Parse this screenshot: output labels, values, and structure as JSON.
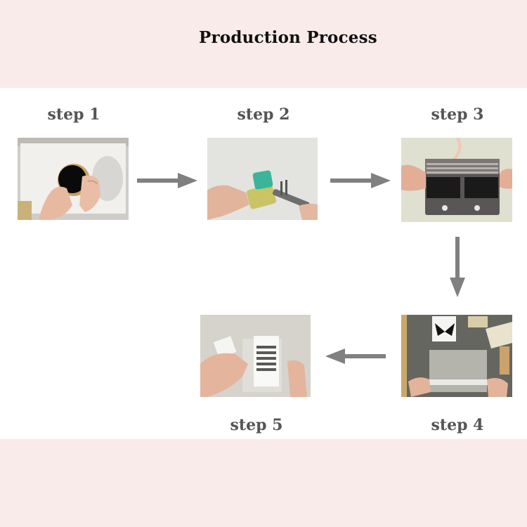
{
  "page": {
    "title": "Production Process"
  },
  "steps": [
    {
      "label": "step 1"
    },
    {
      "label": "step 2"
    },
    {
      "label": "step 3"
    },
    {
      "label": "step 4"
    },
    {
      "label": "step 5"
    }
  ],
  "colors": {
    "band": "#f9ebea",
    "arrow": "#808080",
    "label": "#555555"
  }
}
